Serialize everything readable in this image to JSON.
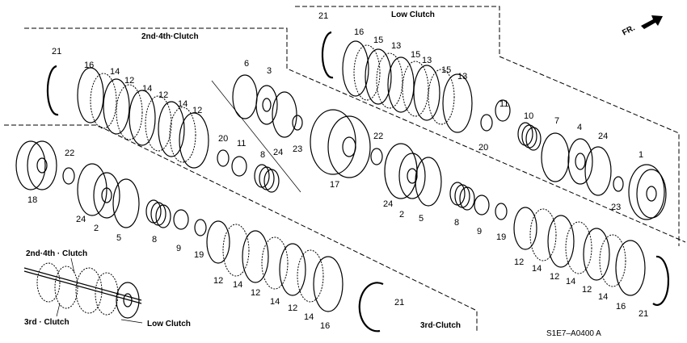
{
  "sections": {
    "low_clutch": "Low Clutch",
    "second_fourth_clutch": "2nd·4th·Clutch",
    "third_clutch": "3rd·Clutch"
  },
  "inset": {
    "label_2nd_4th": "2nd·4th · Clutch",
    "label_3rd": "3rd · Clutch",
    "label_low": "Low Clutch"
  },
  "direction_arrow": {
    "label": "FR.",
    "icon": "arrow-icon"
  },
  "diagram_code": "S1E7–A0400 A",
  "callouts": {
    "low": [
      "21",
      "16",
      "15",
      "13",
      "15",
      "13",
      "15",
      "13",
      "11",
      "10",
      "20",
      "7",
      "4",
      "24",
      "1",
      "23"
    ],
    "mid": [
      "21",
      "16",
      "14",
      "12",
      "14",
      "12",
      "14",
      "12",
      "6",
      "3",
      "20",
      "11",
      "8",
      "24",
      "23",
      "17",
      "22",
      "24",
      "2",
      "5",
      "8",
      "9",
      "19"
    ],
    "left": [
      "22",
      "18",
      "24",
      "2",
      "5",
      "8",
      "9",
      "19"
    ],
    "third": [
      "12",
      "14",
      "12",
      "14",
      "12",
      "14",
      "16",
      "21"
    ],
    "low_lower": [
      "12",
      "14",
      "12",
      "14",
      "12",
      "14",
      "16",
      "21"
    ]
  }
}
